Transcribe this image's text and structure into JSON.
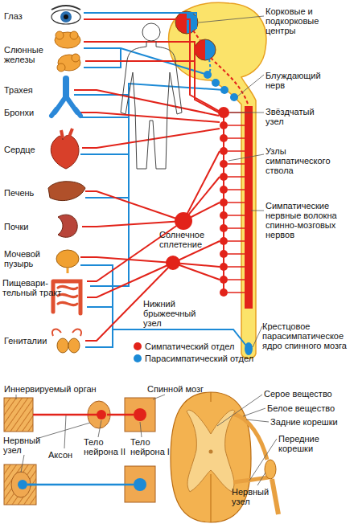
{
  "diagram": {
    "labels": [
      "Глаз",
      "Слюнные железы",
      "Трахея",
      "Бронхи",
      "Сердце",
      "Печень",
      "Почки",
      "Мочевой пузырь",
      "Пищевари- тельный тракт",
      "Гениталии",
      "Корковые и подкорковые центры",
      "Блуждающий нерв",
      "Звёздчатый узел",
      "Узлы симпатического ствола",
      "Симпатические нервные волокна спинно-мозговых нервов",
      "Солнечное сплетение",
      "Нижний брыжеечный узел",
      "Крестцовое парасимпатическое ядро спинного мозга",
      "Иннервируемый орган",
      "Спинной мозг",
      "Серое вещество",
      "Белое вещество",
      "Задние корешки",
      "Нервный узел",
      "Передние корешки",
      "Аксон",
      "Тело нейрона II",
      "Тело нейрона I",
      "Нервный узел"
    ],
    "legend": [
      {
        "text": "Симпатический отдел",
        "color": "#e2231a"
      },
      {
        "text": "Парасимпатический отдел",
        "color": "#1c8ad6"
      }
    ]
  }
}
